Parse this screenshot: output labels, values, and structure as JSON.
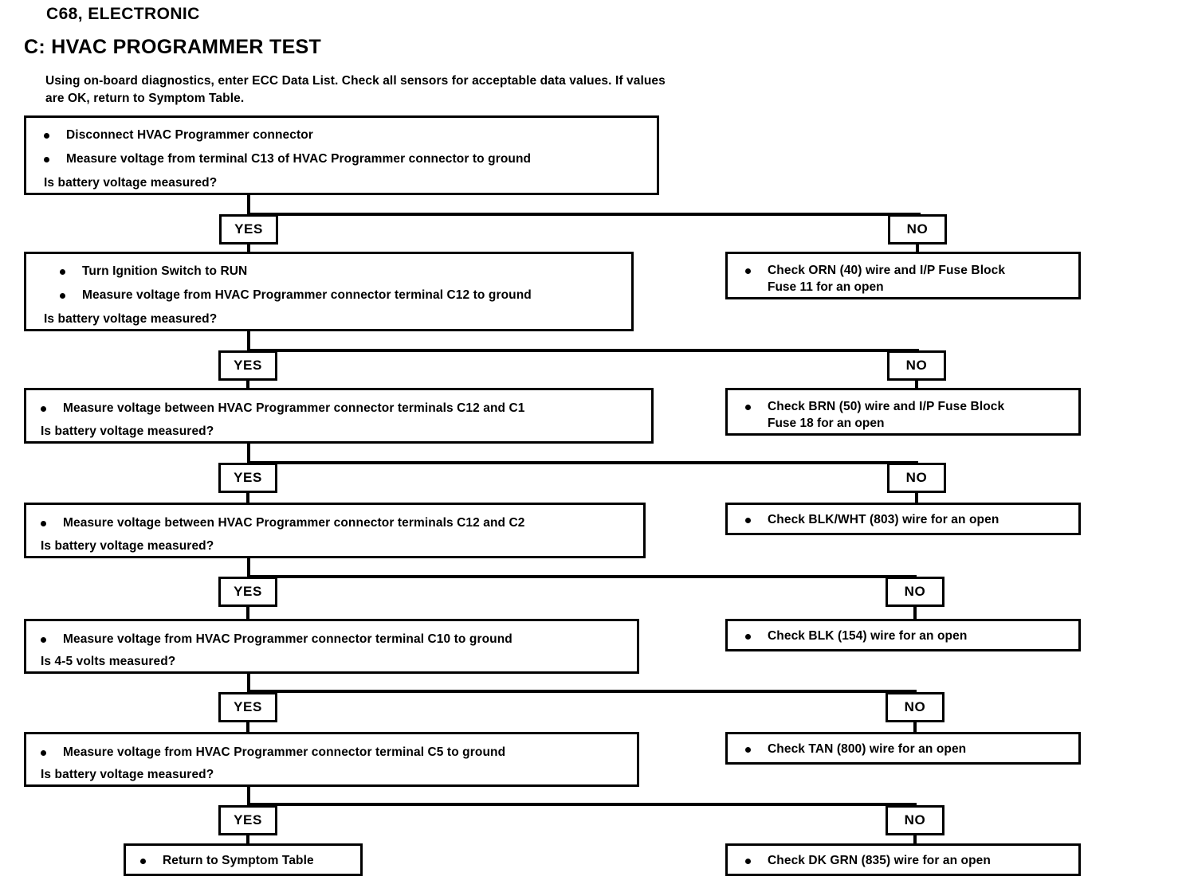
{
  "header": {
    "code": "C68, ELECTRONIC",
    "title": "C: HVAC PROGRAMMER TEST",
    "intro_line1": "Using on-board diagnostics, enter ECC Data List.  Check all sensors for acceptable data values.  If values",
    "intro_line2": "are OK, return to Symptom Table."
  },
  "labels": {
    "yes": "YES",
    "no": "NO"
  },
  "steps": [
    {
      "question": {
        "bullets": [
          "Disconnect HVAC Programmer connector",
          "Measure voltage from terminal C13 of HVAC Programmer connector to ground"
        ],
        "prompt": "Is battery voltage measured?"
      },
      "no_result": {
        "bullet": "Check ORN (40) wire and I/P Fuse Block",
        "continuation": "Fuse 11 for an open"
      }
    },
    {
      "question": {
        "bullets": [
          "Turn Ignition Switch to RUN",
          "Measure voltage from HVAC Programmer connector terminal C12 to ground"
        ],
        "prompt": "Is battery voltage measured?"
      },
      "no_result": {
        "bullet": "Check BRN (50) wire and I/P Fuse Block",
        "continuation": "Fuse 18 for an open"
      }
    },
    {
      "question": {
        "bullets": [
          "Measure voltage between HVAC Programmer connector terminals C12 and C1"
        ],
        "prompt": "Is battery voltage measured?"
      },
      "no_result": {
        "bullet": "Check BLK/WHT (803) wire for an open",
        "continuation": ""
      }
    },
    {
      "question": {
        "bullets": [
          "Measure voltage between HVAC Programmer connector terminals C12 and C2"
        ],
        "prompt": "Is battery voltage measured?"
      },
      "no_result": {
        "bullet": "Check BLK (154) wire for an open",
        "continuation": ""
      }
    },
    {
      "question": {
        "bullets": [
          "Measure voltage from HVAC Programmer connector terminal C10 to ground"
        ],
        "prompt": "Is 4-5 volts measured?"
      },
      "no_result": {
        "bullet": "Check TAN (800) wire for an open",
        "continuation": ""
      }
    },
    {
      "question": {
        "bullets": [
          "Measure voltage from HVAC Programmer connector terminal C5 to ground"
        ],
        "prompt": "Is battery voltage measured?"
      },
      "no_result": {
        "bullet": "Check DK GRN (835) wire for an open",
        "continuation": ""
      }
    }
  ],
  "final": {
    "yes_result": "Return to Symptom Table",
    "no_result": "Check DK GRN (835) wire for an open"
  },
  "colors": {
    "ink": "#000000",
    "paper": "#ffffff"
  }
}
